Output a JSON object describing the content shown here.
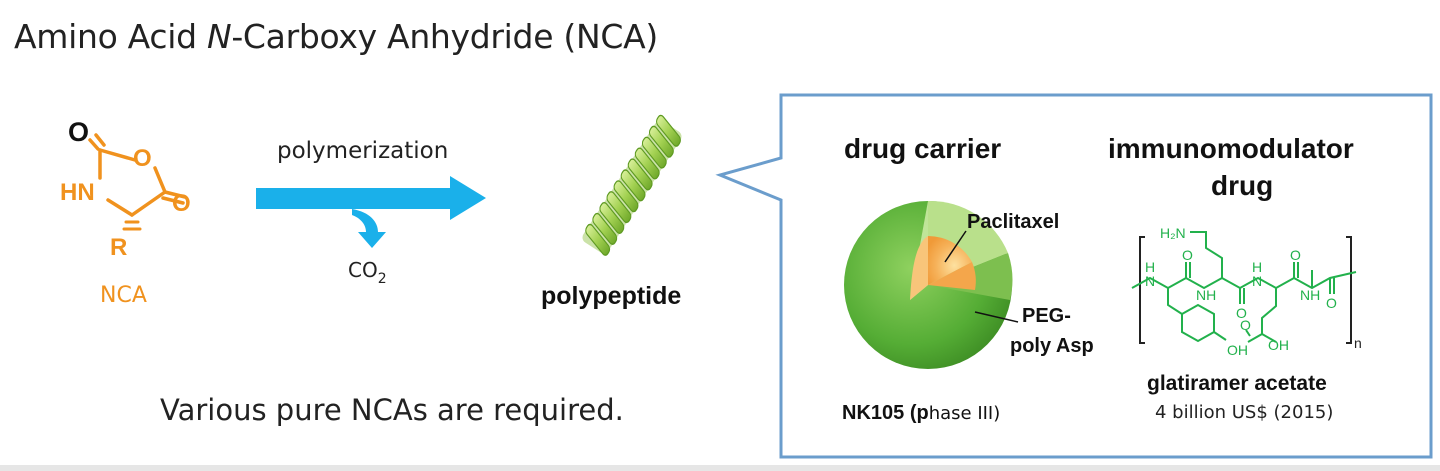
{
  "title": {
    "prefix": "Amino Acid ",
    "italic": "N",
    "suffix": "-Carboxy Anhydride (NCA)"
  },
  "nca": {
    "atom_O_top": "O",
    "atom_O_ring": "O",
    "atom_O_right": "O",
    "atom_HN": "HN",
    "atom_R": "R",
    "label": "NCA"
  },
  "reaction": {
    "arrow_label": "polymerization",
    "byproduct_main": "CO",
    "byproduct_sub": "2"
  },
  "product": {
    "label": "polypeptide"
  },
  "note": "Various pure NCAs are required.",
  "callout": {
    "carrier": {
      "heading": "drug carrier",
      "core_label": "Paclitaxel",
      "shell_label_line1": "PEG-",
      "shell_label_line2": "poly Asp",
      "name_bold": "NK105 (",
      "name_bold_p": "p",
      "name_rest": "hase III)"
    },
    "immuno": {
      "heading_line1": "immunomodulator",
      "heading_line2": "drug",
      "structure_labels": {
        "h2n": "H₂N",
        "nh1": "N",
        "h1": "H",
        "o1": "O",
        "nh2": "NH",
        "o2": "O",
        "nh3": "N",
        "h3": "H",
        "o3": "O",
        "nh4": "NH",
        "o4": "O",
        "oh1": "OH",
        "o5": "O",
        "oh2": "OH",
        "n_sub": "n"
      },
      "drug_name": "glatiramer acetate",
      "sales": "4 billion US$ (2015)"
    }
  },
  "colors": {
    "nca_orange": "#f0921e",
    "arrow_blue": "#1ab0ea",
    "helix_green": "#8cc63f",
    "callout_border": "#6b9dcc",
    "structure_green": "#22b14c",
    "sphere_green": "#5db53a",
    "core_orange": "#f5a043"
  }
}
